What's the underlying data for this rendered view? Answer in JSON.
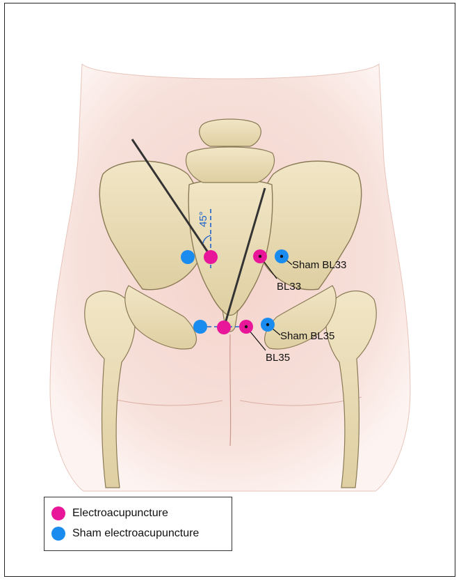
{
  "colors": {
    "electroacupuncture": "#e8179a",
    "sham": "#1a8cf0",
    "angle_line": "#1d63c9"
  },
  "angle_label": "45°",
  "points": [
    {
      "label": "BL33",
      "type": "electroacupuncture"
    },
    {
      "label": "Sham BL33",
      "type": "sham"
    },
    {
      "label": "BL35",
      "type": "electroacupuncture"
    },
    {
      "label": "Sham BL35",
      "type": "sham"
    }
  ],
  "legend": {
    "items": [
      {
        "label": "Electroacupuncture",
        "color": "#e8179a"
      },
      {
        "label": "Sham electroacupuncture",
        "color": "#1a8cf0"
      }
    ]
  }
}
